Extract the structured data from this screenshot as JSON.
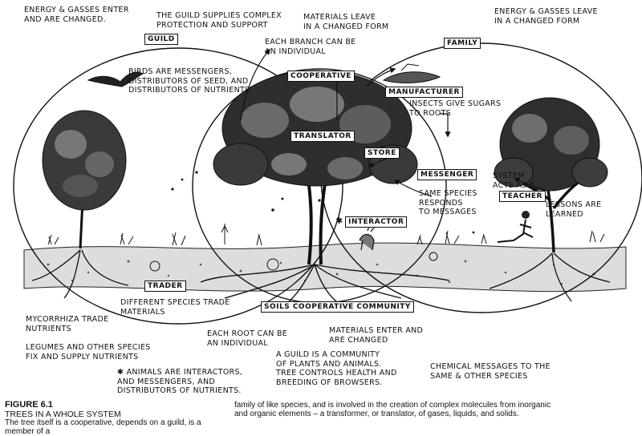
{
  "notes": {
    "energy_enter": "ENERGY & GASSES ENTER\nAND ARE CHANGED.",
    "guild_supplies": "THE GUILD SUPPLIES COMPLEX\nPROTECTION AND SUPPORT",
    "materials_leave": "MATERIALS LEAVE\nIN A CHANGED FORM",
    "energy_leave": "ENERGY & GASSES LEAVE\nIN A CHANGED FORM",
    "each_branch": "EACH BRANCH CAN BE\nAN INDIVIDUAL",
    "birds": "BIRDS ARE MESSENGERS,\nDISTRIBUTORS OF SEED, AND\nDISTRIBUTORS OF NUTRIENTS",
    "insects": "INSECTS GIVE SUGARS\nTO ROOTS",
    "same_species": "SAME SPECIES\nRESPONDS\nTO MESSAGES",
    "system_acts": "SYSTEM\nACTS AS A",
    "lessons": "LESSONS ARE\nLEARNED",
    "different_species": "DIFFERENT SPECIES TRADE\nMATERIALS",
    "mycorrhiza": "MYCORRHIZA TRADE\nNUTRIENTS",
    "legumes": "LEGUMES AND OTHER SPECIES\nFIX AND SUPPLY NUTRIENTS",
    "each_root": "EACH ROOT CAN BE\nAN INDIVIDUAL",
    "materials_enter": "MATERIALS ENTER AND\nARE CHANGED",
    "guild_community": "A GUILD IS A COMMUNITY\nOF PLANTS AND ANIMALS.\nTREE CONTROLS HEALTH AND\nBREEDING OF BROWSERS.",
    "chemical": "CHEMICAL MESSAGES TO THE\nSAME & OTHER SPECIES",
    "animals": "✱ ANIMALS ARE INTERACTORS,\nAND MESSENGERS, AND\nDISTRIBUTORS OF NUTRIENTS."
  },
  "labels": {
    "guild": "GUILD",
    "family": "FAMILY",
    "cooperative": "COOPERATIVE",
    "manufacturer": "MANUFACTURER",
    "translator": "TRANSLATOR",
    "store": "STORE",
    "messenger": "MESSENGER",
    "teacher": "TEACHER",
    "interactor": "INTERACTOR",
    "trader": "TRADER",
    "soils": "SOILS COOPERATIVE COMMUNITY"
  },
  "interactor_star": "✱",
  "caption": {
    "number": "FIGURE 6.1",
    "title": "TREES IN A WHOLE SYSTEM",
    "text_left": "The tree itself is a cooperative, depends on a guild, is a member of a",
    "text_right": "family of like species, and is involved in the creation of complex molecules from inorganic and organic elements – a transformer, or translator, of gases, liquids, and solids."
  }
}
